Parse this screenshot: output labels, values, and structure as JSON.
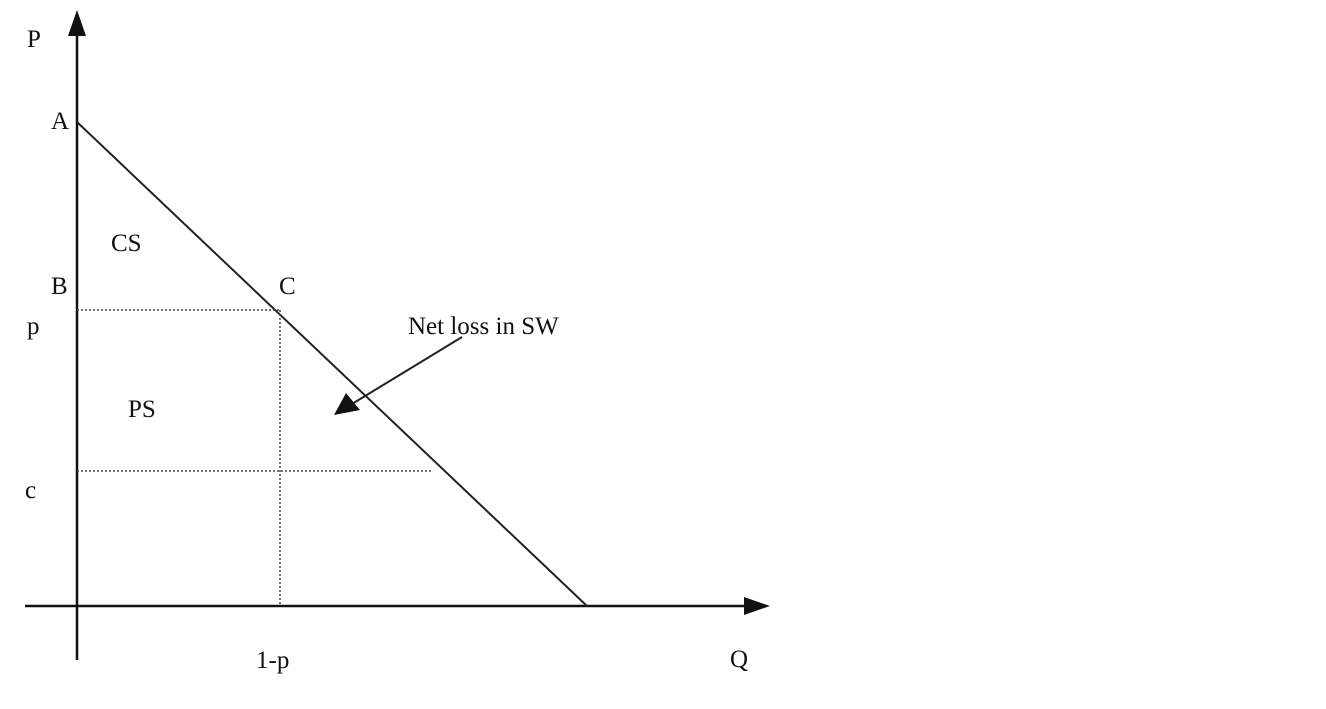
{
  "diagram": {
    "axes": {
      "y_label": "P",
      "x_label": "Q"
    },
    "points": {
      "a": "A",
      "b": "B",
      "c": "C"
    },
    "regions": {
      "consumer_surplus": "CS",
      "producer_surplus": "PS"
    },
    "ticks": {
      "price": "p",
      "cost": "c",
      "quantity": "1-p"
    },
    "annotation": "Net loss in SW",
    "colors": {
      "line": "#111111",
      "background": "#ffffff"
    }
  }
}
